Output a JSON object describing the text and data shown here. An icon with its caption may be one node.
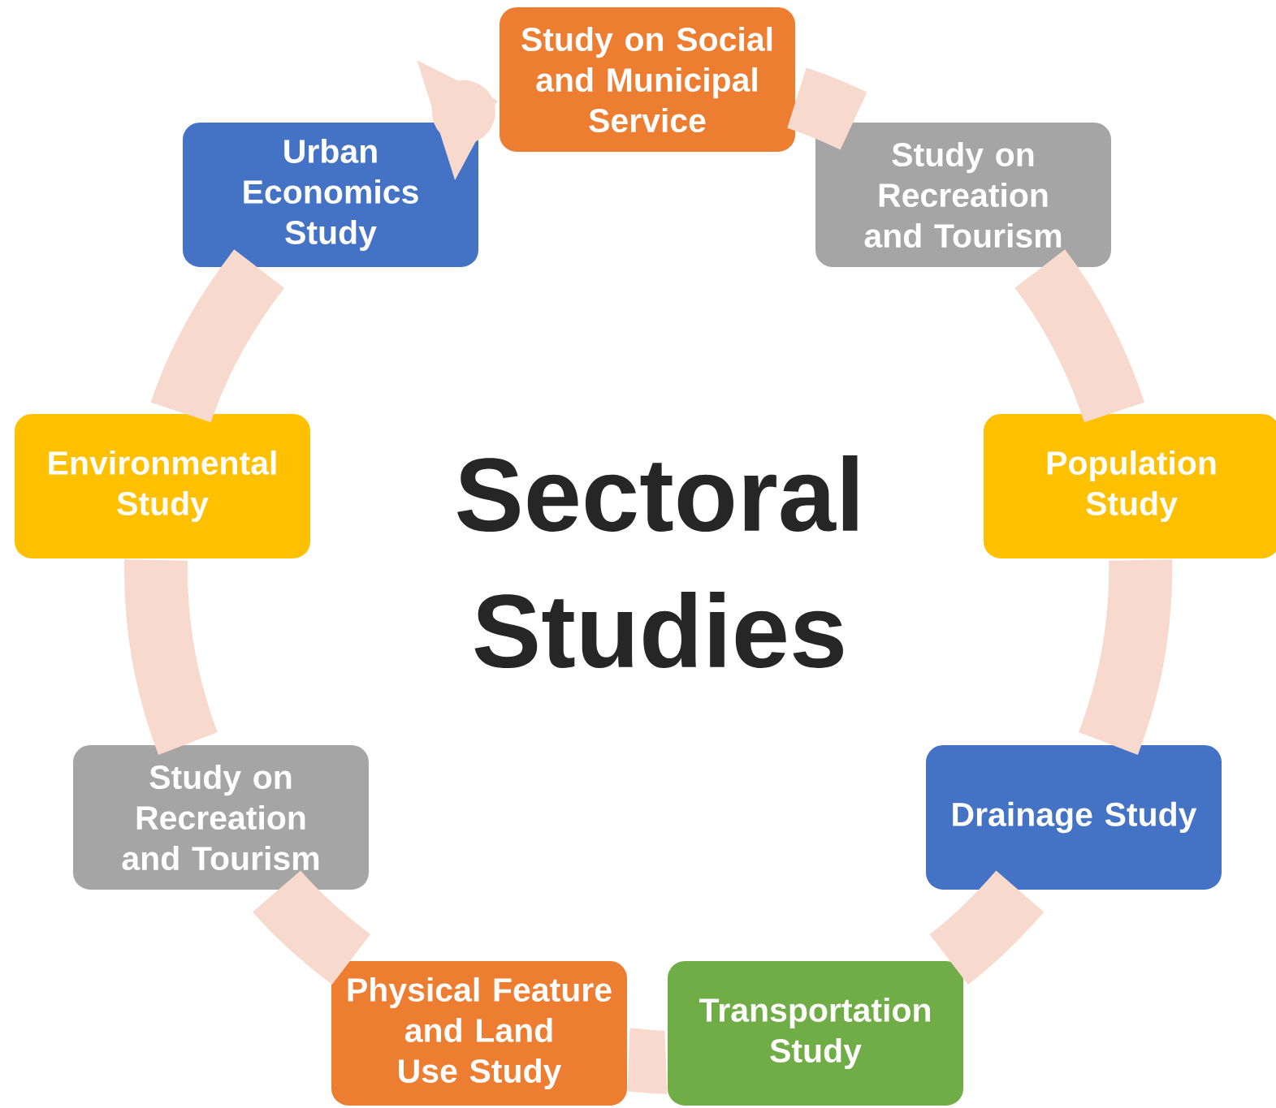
{
  "diagram": {
    "title": "Sectoral Studies",
    "nodes": [
      {
        "text": [
          "Study on Social and Municipal Service"
        ]
      },
      {
        "text": [
          "Study on Recreation and Tourism"
        ]
      },
      {
        "text": [
          "Population Study"
        ]
      },
      {
        "text": [
          "Drainage Study"
        ]
      },
      {
        "text": [
          "Transportation Study"
        ]
      },
      {
        "text": [
          "Physical Feature and Land Use Study"
        ]
      },
      {
        "text": [
          "Study on Recreation and Tourism"
        ]
      },
      {
        "text": [
          "Environmental Study"
        ]
      },
      {
        "text": [
          "Urban Economics Study"
        ]
      }
    ],
    "edges": [
      {
        "from": 0,
        "to": 1,
        "arrow": "none"
      },
      {
        "from": 1,
        "to": 2,
        "arrow": "none"
      },
      {
        "from": 2,
        "to": 3,
        "arrow": "none"
      },
      {
        "from": 3,
        "to": 4,
        "arrow": "none"
      },
      {
        "from": 4,
        "to": 5,
        "arrow": "none"
      },
      {
        "from": 5,
        "to": 6,
        "arrow": "none"
      },
      {
        "from": 6,
        "to": 7,
        "arrow": "none"
      },
      {
        "from": 7,
        "to": 8,
        "arrow": "none"
      },
      {
        "from": 8,
        "to": 0,
        "arrow": "to"
      }
    ]
  }
}
